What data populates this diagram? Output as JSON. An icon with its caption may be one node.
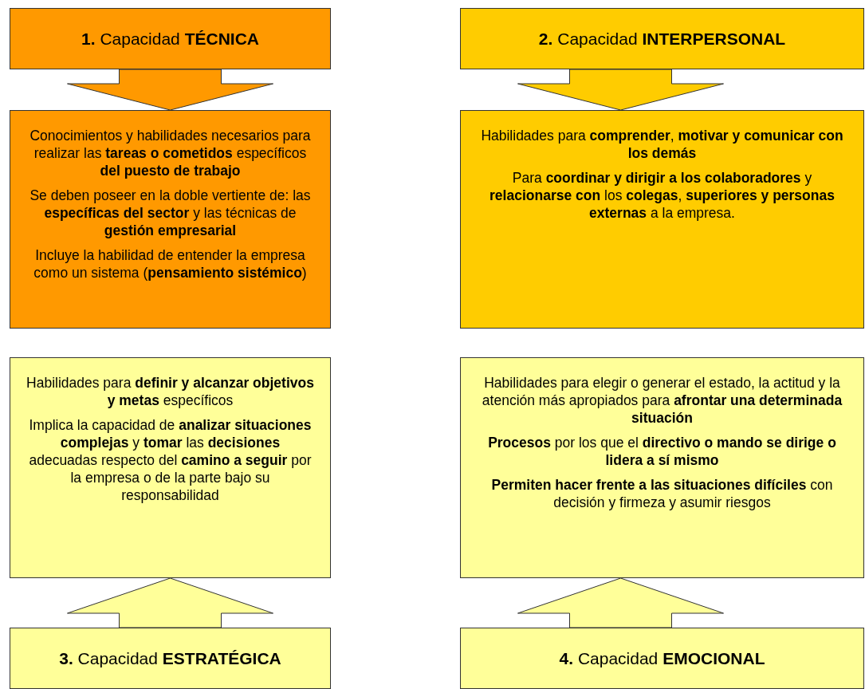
{
  "diagram": {
    "nodes": [
      {
        "text": [
          "**1.** Capacidad **TÉCNICA**"
        ]
      },
      {
        "text": [
          "**2.** Capacidad **INTERPERSONAL**"
        ]
      },
      {
        "text": [
          "Conocimientos y habilidades necesarios para realizar las **tareas o cometidos** específicos **del puesto de trabajo**",
          "Se deben poseer en la doble vertiente de: las **específicas del sector** y las técnicas de **gestión empresarial**",
          "Incluye la habilidad de entender la empresa como un sistema (**pensamiento sistémico**)"
        ]
      },
      {
        "text": [
          "Habilidades para **comprender**, **motivar y comunicar con los demás**",
          "Para **coordinar y dirigir a los colaboradores** y **relacionarse con** los **colegas**, **superiores y personas externas** a la empresa."
        ]
      },
      {
        "text": [
          "Habilidades para **definir y alcanzar objetivos y metas** específicos",
          "Implica la capacidad de **analizar situaciones complejas** y **tomar** las **decisiones** adecuadas respecto del **camino a seguir** por la empresa o de la parte bajo su responsabilidad"
        ]
      },
      {
        "text": [
          "Habilidades para elegir o generar el estado, la actitud y la atención más apropiados para **afrontar una determinada situación**",
          "**Procesos** por los que el **directivo o mando se dirige o lidera a sí mismo**",
          "**Permiten hacer frente a las situaciones difíciles** con decisión y firmeza y asumir riesgos"
        ]
      },
      {
        "text": [
          "**3.** Capacidad **ESTRATÉGICA**"
        ]
      },
      {
        "text": [
          "**4.** Capacidad **EMOCIONAL**"
        ]
      }
    ],
    "edges": [
      {
        "from": 0,
        "to": 2,
        "arrow": "to"
      },
      {
        "from": 1,
        "to": 3,
        "arrow": "to"
      },
      {
        "from": 6,
        "to": 4,
        "arrow": "to"
      },
      {
        "from": 7,
        "to": 5,
        "arrow": "to"
      }
    ]
  }
}
